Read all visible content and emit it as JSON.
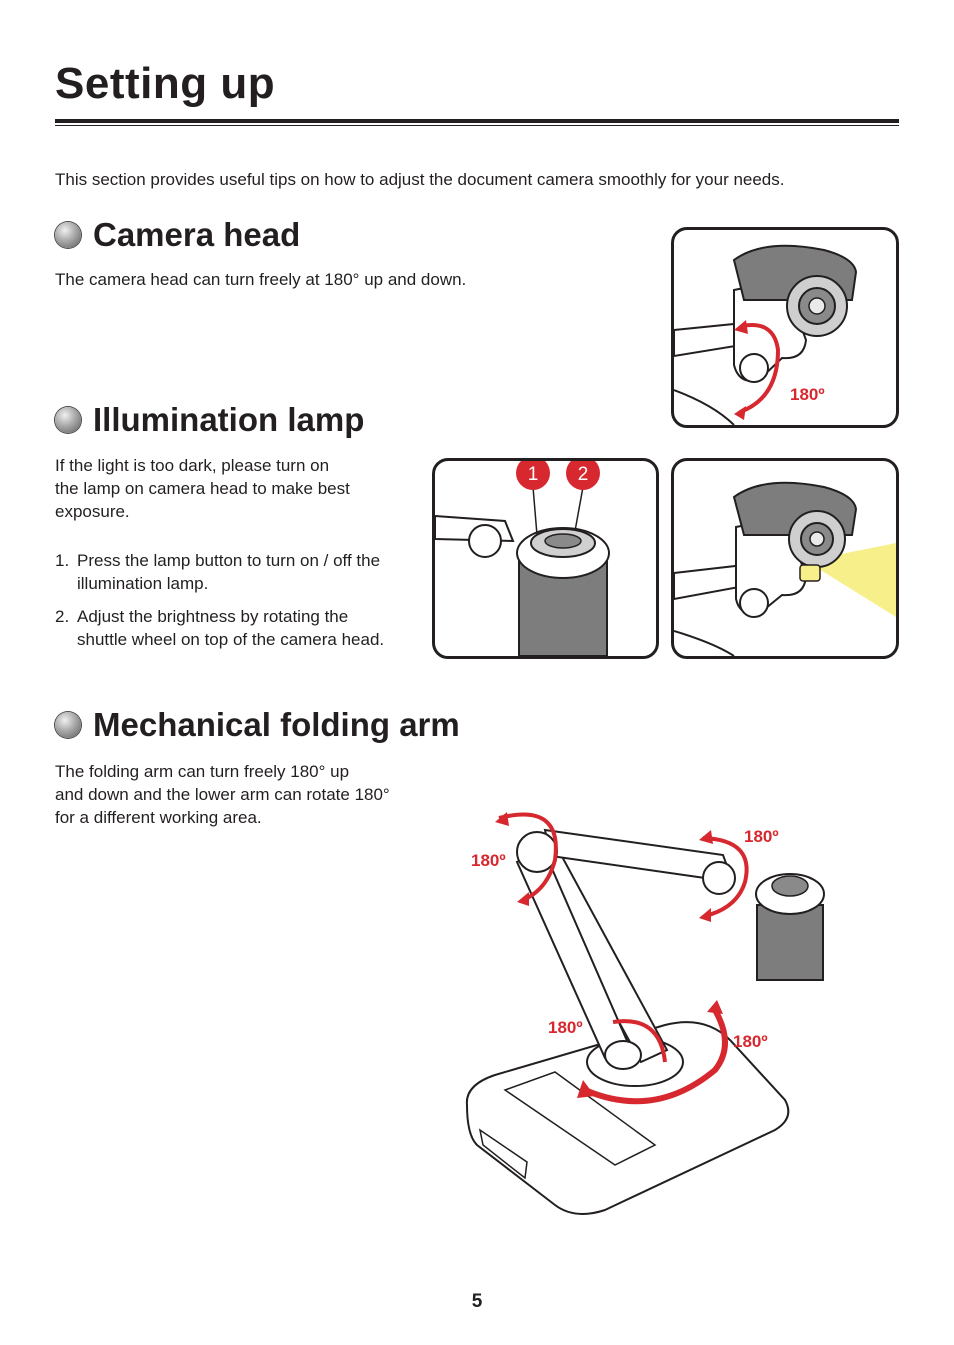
{
  "page": {
    "title": "Setting up",
    "intro": "This section provides useful tips on how to adjust the document camera smoothly for your needs.",
    "page_number": "5"
  },
  "camera_head": {
    "heading": "Camera head",
    "text": "The camera head can turn freely at 180° up and down.",
    "figure_label": "180º"
  },
  "illumination_lamp": {
    "heading": "Illumination lamp",
    "intro_lines": [
      "If the light is too dark, please turn on",
      "the lamp on camera head to make best",
      "exposure."
    ],
    "steps": [
      {
        "num": "1.",
        "lines": [
          "Press the lamp button to turn on / off the",
          "illumination lamp."
        ]
      },
      {
        "num": "2.",
        "lines": [
          "Adjust the brightness  by rotating the",
          "shuttle wheel on top of the camera head."
        ]
      }
    ],
    "callouts": [
      "1",
      "2"
    ]
  },
  "folding_arm": {
    "heading": "Mechanical folding arm",
    "text_lines": [
      "The folding arm can turn freely 180° up",
      "and down and the lower arm can rotate 180°",
      "for a different working area."
    ],
    "figure_labels": [
      "180º",
      "180º",
      "180º",
      "180º"
    ]
  },
  "colors": {
    "text": "#231f20",
    "accent_red": "#d7282f",
    "lamp_yellow": "#f7f08a",
    "housing_gray": "#7d7d7d"
  }
}
